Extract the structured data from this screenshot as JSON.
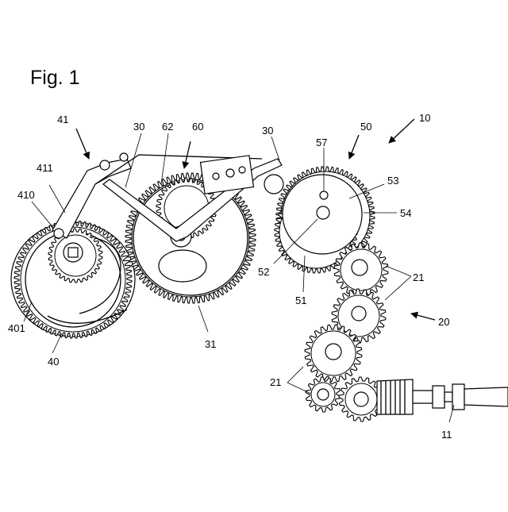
{
  "figure": {
    "title": "Fig. 1",
    "labels": {
      "l10": "10",
      "l11": "11",
      "l20": "20",
      "l21a": "21",
      "l21b": "21",
      "l30a": "30",
      "l30b": "30",
      "l31": "31",
      "l40": "40",
      "l401": "401",
      "l41": "41",
      "l410": "410",
      "l411": "411",
      "l50": "50",
      "l51": "51",
      "l52": "52",
      "l53": "53",
      "l54": "54",
      "l57": "57",
      "l60": "60",
      "l62": "62"
    }
  }
}
